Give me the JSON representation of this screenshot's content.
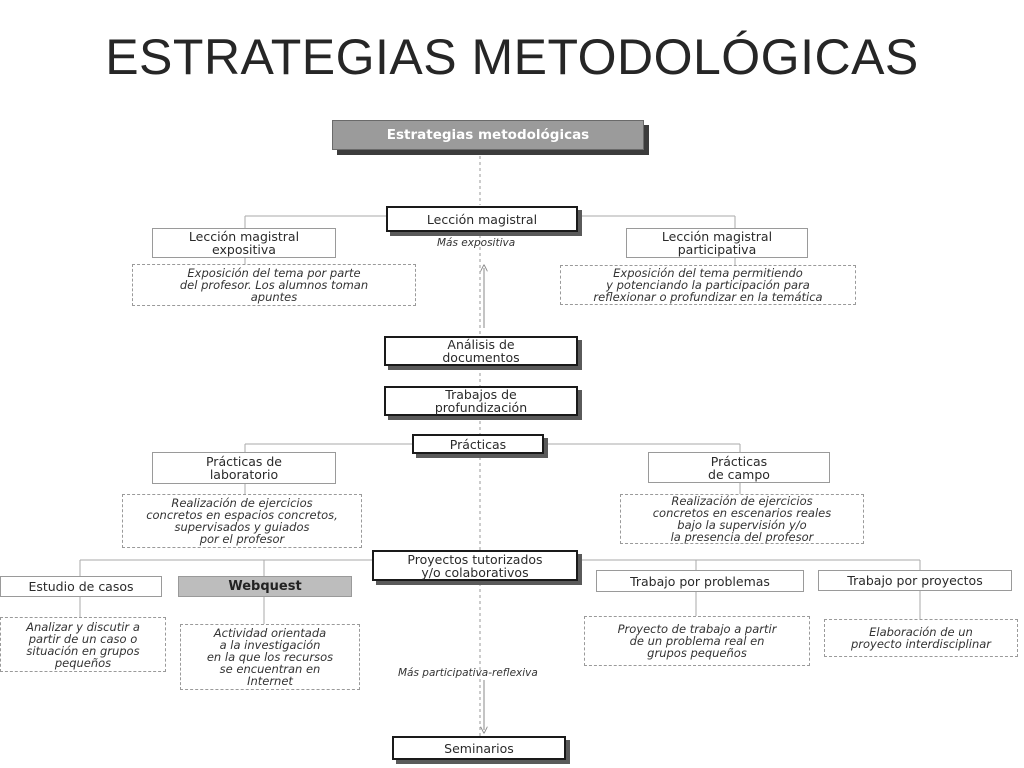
{
  "slide": {
    "title": "ESTRATEGIAS METODOLÓGICAS"
  },
  "diagram": {
    "header": "Estrategias metodológicas",
    "leccion_magistral": "Lección magistral",
    "mas_expositiva": "Más expositiva",
    "leccion_expositiva": "Lección magistral\nexpositiva",
    "leccion_expositiva_desc": "Exposición del tema por parte\ndel profesor. Los alumnos toman\napuntes",
    "leccion_participativa": "Lección magistral\nparticipativa",
    "leccion_participativa_desc": "Exposición del tema permitiendo\ny potenciando la participación para\nreflexionar o profundizar en la temática",
    "analisis": "Análisis de\ndocumentos",
    "trabajos": "Trabajos de\nprofundización",
    "practicas": "Prácticas",
    "practicas_laboratorio": "Prácticas de\nlaboratorio",
    "practicas_laboratorio_desc": "Realización de ejercicios\nconcretos en espacios concretos,\nsupervisados y guiados\npor el profesor",
    "practicas_campo": "Prácticas\nde campo",
    "practicas_campo_desc": "Realización de ejercicios\nconcretos en escenarios reales\nbajo la supervisión y/o\nla presencia del profesor",
    "proyectos": "Proyectos tutorizados\ny/o colaborativos",
    "estudio_casos": "Estudio de casos",
    "estudio_casos_desc": "Analizar y discutir a\npartir de un caso o\nsituación en grupos\npequeños",
    "webquest": "Webquest",
    "webquest_desc": "Actividad orientada\na la investigación\nen la que los recursos\nse encuentran en\nInternet",
    "trabajo_problemas": "Trabajo por problemas",
    "trabajo_problemas_desc": "Proyecto de trabajo a partir\nde un problema real en\ngrupos pequeños",
    "trabajo_proyectos": "Trabajo por proyectos",
    "trabajo_proyectos_desc": "Elaboración de un\nproyecto interdisciplinar",
    "mas_participativa": "Más participativa-reflexiva",
    "seminarios": "Seminarios"
  }
}
